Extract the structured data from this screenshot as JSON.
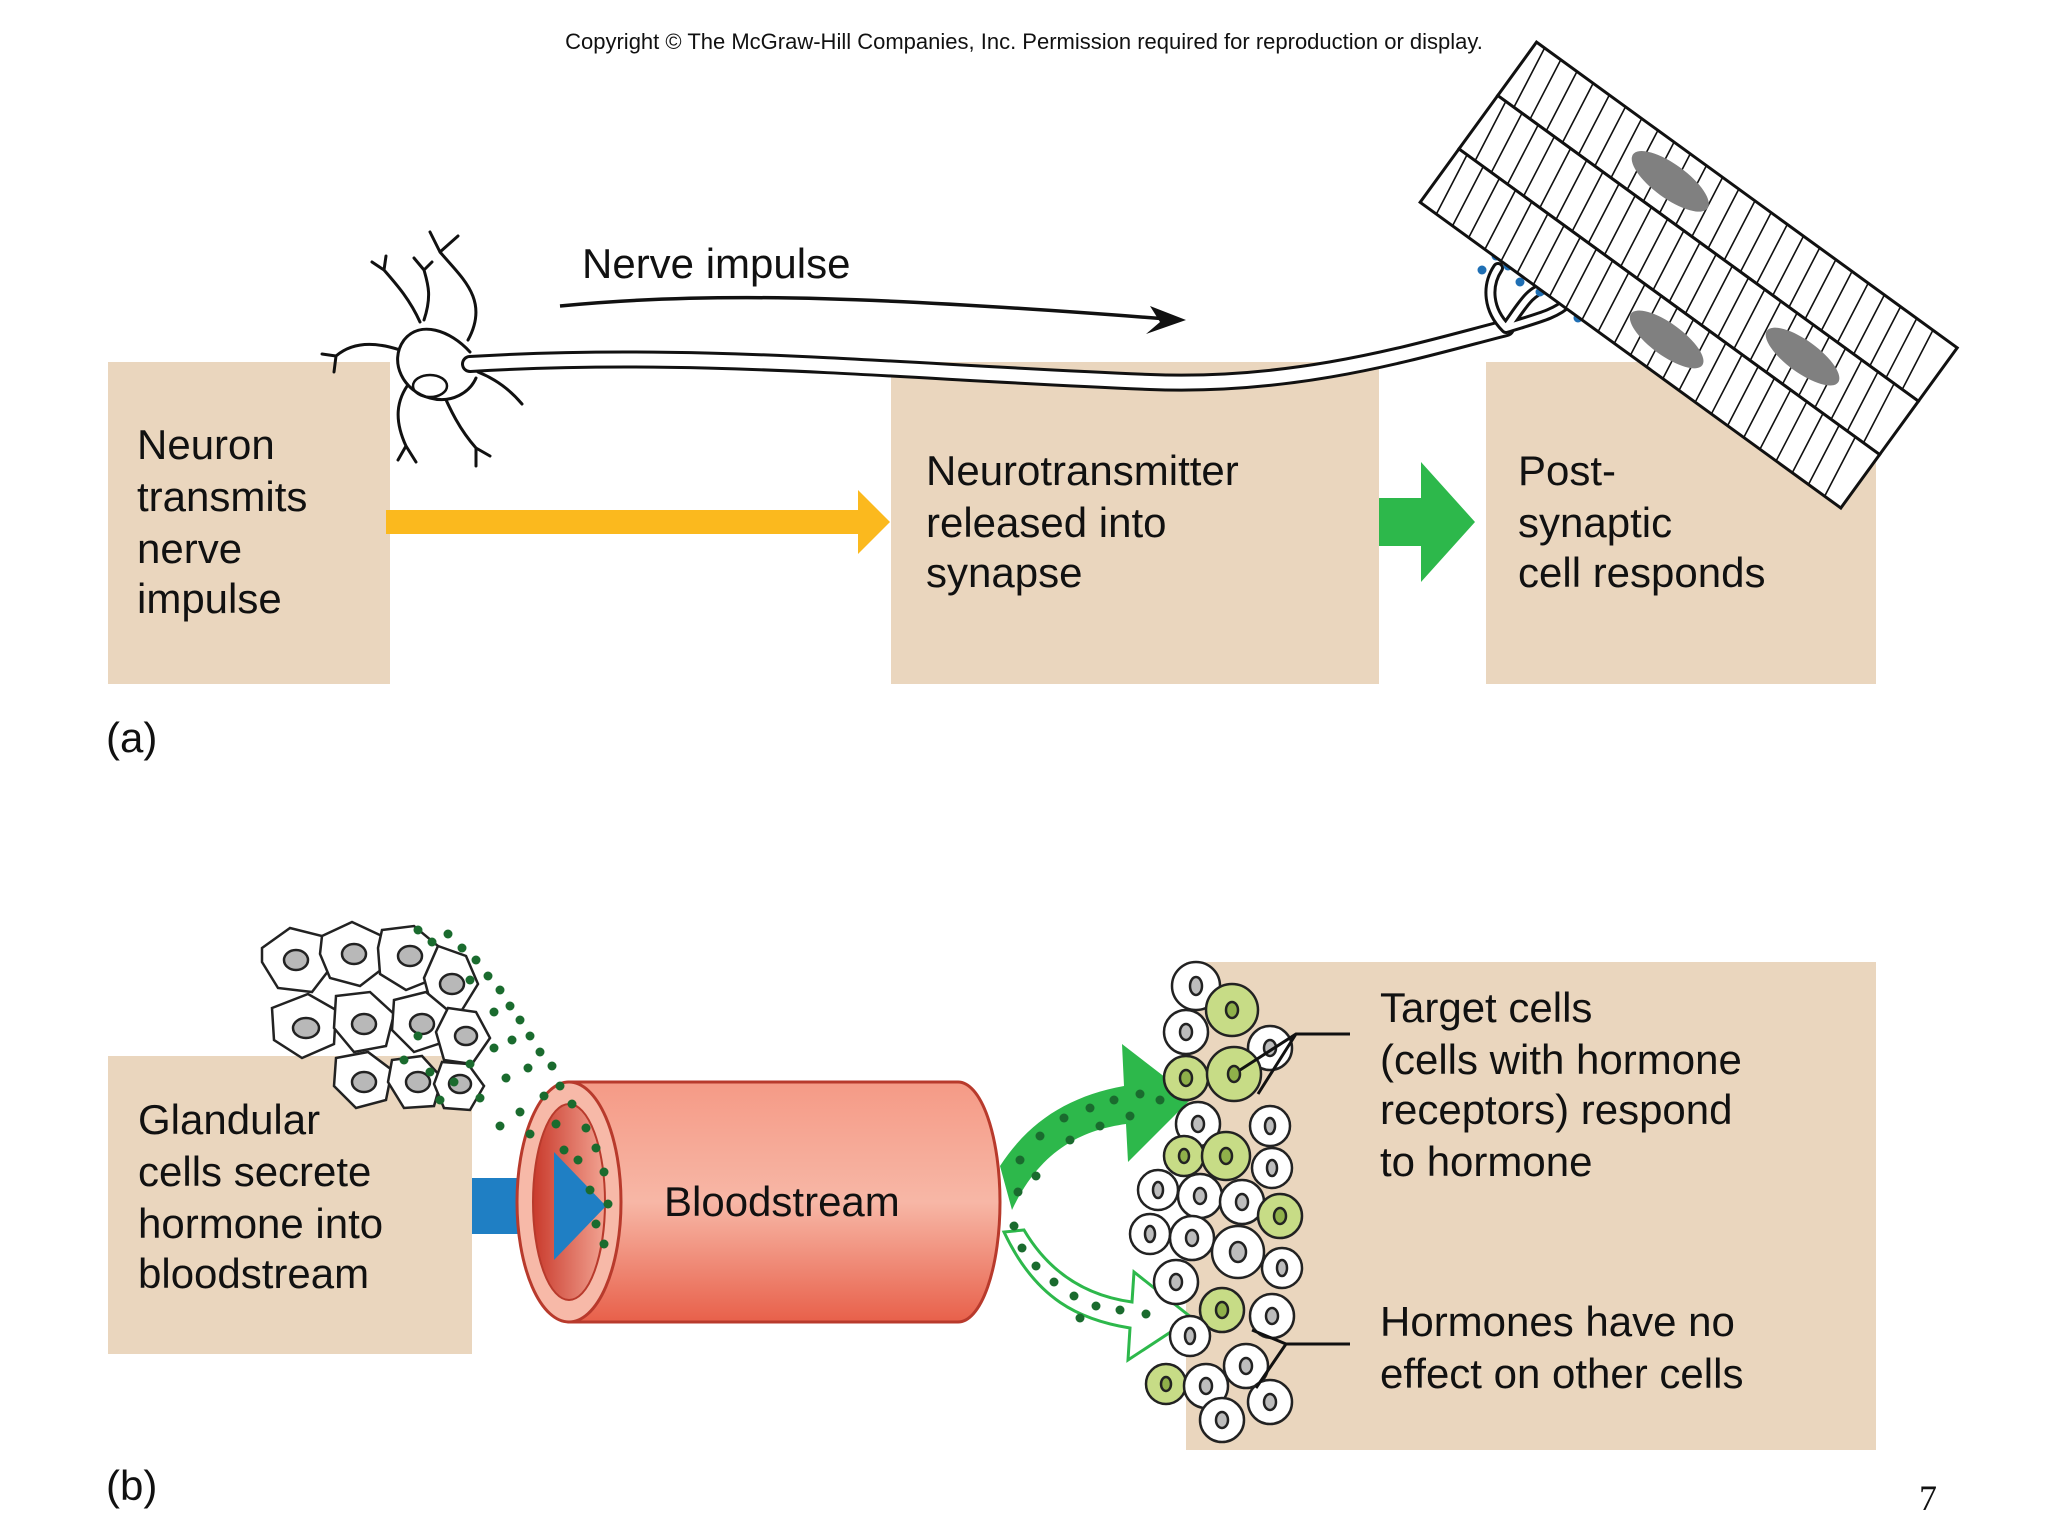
{
  "copyright": "Copyright © The McGraw-Hill Companies, Inc. Permission required for reproduction or display.",
  "panel_a": {
    "label": "(a)",
    "nerve_impulse": "Nerve impulse",
    "box_neuron": [
      "Neuron",
      "transmits",
      "nerve",
      "impulse"
    ],
    "box_neurotransmitter": [
      "Neurotransmitter",
      "released into",
      "synapse"
    ],
    "box_postsynaptic": [
      "Post-",
      "synaptic",
      "cell responds"
    ]
  },
  "panel_b": {
    "label": "(b)",
    "box_glandular": [
      "Glandular",
      "cells secrete",
      "hormone into",
      "bloodstream"
    ],
    "bloodstream": "Bloodstream",
    "target_cells": [
      "Target cells",
      "(cells with hormone",
      "receptors) respond",
      "to hormone"
    ],
    "no_effect": [
      "Hormones have no",
      "effect on other cells"
    ]
  },
  "page_number": "7",
  "colors": {
    "box_beige": "#ead6be",
    "yellow_arrow": "#fbb91e",
    "green_arrow": "#2db84b",
    "blue_arrow": "#1f7fc4",
    "blood_vessel": "#e8604a",
    "hormone_dots": "#1a6b2e",
    "neurotransmitter_dots": "#1f6fb4",
    "target_cell_green": "#c7dc86"
  }
}
